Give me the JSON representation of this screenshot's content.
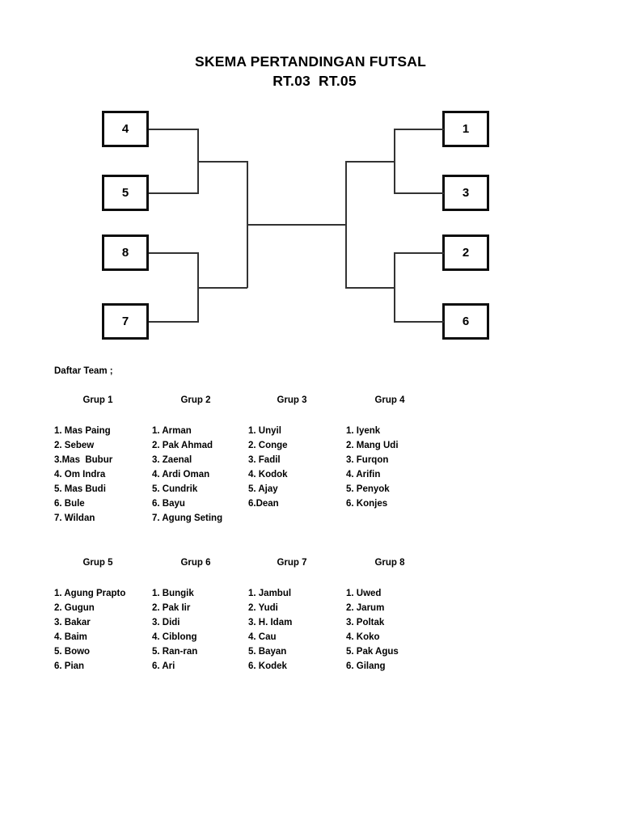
{
  "document": {
    "title_line1": "SKEMA PERTANDINGAN FUTSAL",
    "title_line2": "RT.03  RT.05",
    "list_heading": "Daftar Team ;"
  },
  "bracket": {
    "left_seeds": [
      "4",
      "5",
      "8",
      "7"
    ],
    "right_seeds": [
      "1",
      "3",
      "2",
      "6"
    ]
  },
  "groups": [
    {
      "title": "Grup 1",
      "members": [
        "1. Mas Paing",
        "2. Sebew",
        "3.Mas  Bubur",
        "4. Om Indra",
        "5. Mas Budi",
        "6. Bule",
        "7. Wildan"
      ]
    },
    {
      "title": "Grup 2",
      "members": [
        "1. Arman",
        "2. Pak Ahmad",
        "3. Zaenal",
        "4. Ardi Oman",
        "5. Cundrik",
        "6. Bayu",
        "7. Agung Seting"
      ]
    },
    {
      "title": "Grup 3",
      "members": [
        "1. Unyil",
        "2. Conge",
        "3. Fadil",
        "4. Kodok",
        "5. Ajay",
        "6.Dean"
      ]
    },
    {
      "title": "Grup 4",
      "members": [
        "1. Iyenk",
        "2. Mang Udi",
        "3. Furqon",
        "4. Arifin",
        "5. Penyok",
        "6. Konjes"
      ]
    },
    {
      "title": "Grup 5",
      "members": [
        "1. Agung Prapto",
        "2. Gugun",
        "3. Bakar",
        "4. Baim",
        "5. Bowo",
        "6. Pian"
      ]
    },
    {
      "title": "Grup 6",
      "members": [
        "1. Bungik",
        "2. Pak Iir",
        "3. Didi",
        "4. Ciblong",
        "5. Ran-ran",
        "6. Ari"
      ]
    },
    {
      "title": "Grup 7",
      "members": [
        "1. Jambul",
        "2. Yudi",
        "3. H. Idam",
        "4. Cau",
        "5. Bayan",
        "6. Kodek"
      ]
    },
    {
      "title": "Grup 8",
      "members": [
        "1. Uwed",
        "2. Jarum",
        "3. Poltak",
        "4. Koko",
        "5. Pak Agus",
        "6. Gilang"
      ]
    }
  ]
}
